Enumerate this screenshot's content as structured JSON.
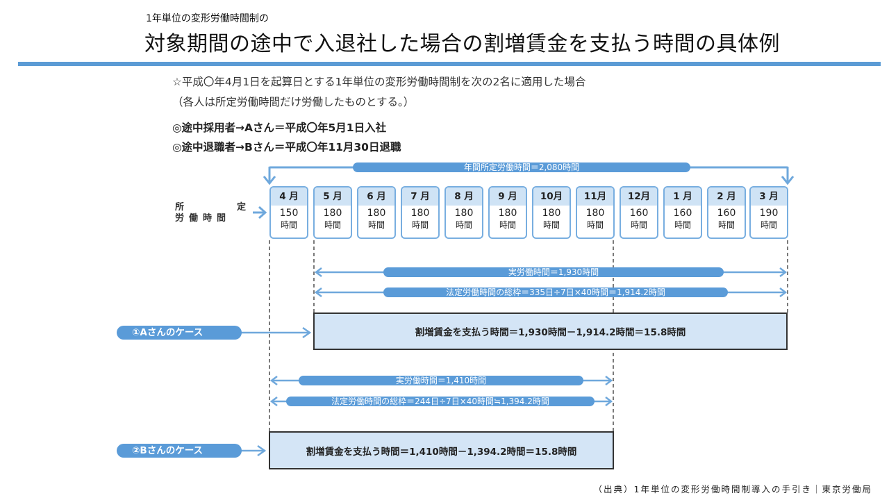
{
  "header": {
    "subtitle": "1年単位の変形労働時間制の",
    "title": "対象期間の途中で入退社した場合の割増賃金を支払う時間の具体例"
  },
  "intro": {
    "line1": "☆平成〇年4月1日を起算日とする1年単位の変形労働時間制を次の2名に適用した場合",
    "line2": "（各人は所定労働時間だけ労働したものとする。）"
  },
  "employees": {
    "a": "◎途中採用者→Aさん＝平成〇年5月1日入社",
    "b": "◎途中退職者→Bさん＝平成〇年11月30日退職"
  },
  "annual_label": "年間所定労働時間＝2,080時間",
  "side_label": {
    "row1_left": "所",
    "row1_right": "定",
    "row2": "労働時間"
  },
  "months": [
    {
      "name": "4 月",
      "hours": "150",
      "unit": "時間"
    },
    {
      "name": "5 月",
      "hours": "180",
      "unit": "時間"
    },
    {
      "name": "6 月",
      "hours": "180",
      "unit": "時間"
    },
    {
      "name": "7 月",
      "hours": "180",
      "unit": "時間"
    },
    {
      "name": "8 月",
      "hours": "180",
      "unit": "時間"
    },
    {
      "name": "9 月",
      "hours": "180",
      "unit": "時間"
    },
    {
      "name": "10月",
      "hours": "180",
      "unit": "時間"
    },
    {
      "name": "11月",
      "hours": "180",
      "unit": "時間"
    },
    {
      "name": "12月",
      "hours": "160",
      "unit": "時間"
    },
    {
      "name": "1 月",
      "hours": "160",
      "unit": "時間"
    },
    {
      "name": "2 月",
      "hours": "160",
      "unit": "時間"
    },
    {
      "name": "3 月",
      "hours": "190",
      "unit": "時間"
    }
  ],
  "case_a": {
    "label": "①Aさんのケース",
    "actual": "実労働時間＝1,930時間",
    "limit": "法定労働時間の総枠＝335日÷7日×40時間＝1,914.2時間",
    "result": "割増賃金を支払う時間＝1,930時間－1,914.2時間＝15.8時間"
  },
  "case_b": {
    "label": "②Bさんのケース",
    "actual": "実労働時間＝1,410時間",
    "limit": "法定労働時間の総枠＝244日÷7日×40時間≒1,394.2時間",
    "result": "割増賃金を支払う時間＝1,410時間－1,394.2時間＝15.8時間"
  },
  "source": "（出典）1年単位の変形労働時間制導入の手引き｜東京労働局",
  "colors": {
    "accent": "#5b9bd5",
    "pill": "#5a9bd8",
    "box": "#d4e5f6"
  }
}
